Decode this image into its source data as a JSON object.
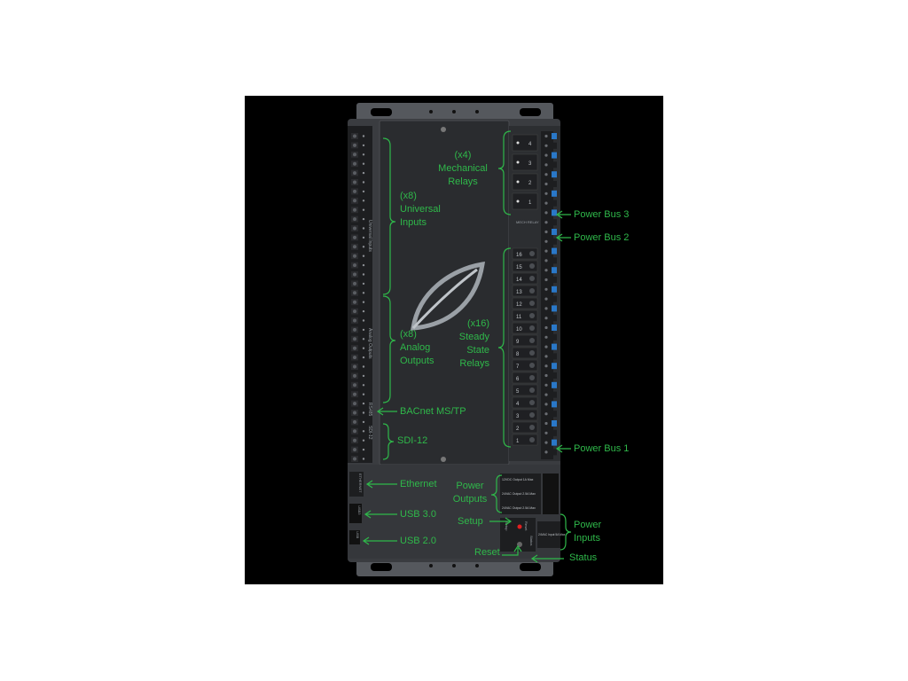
{
  "colors": {
    "background": "#000000",
    "board": "#3a3c40",
    "cover": "#2a2c2f",
    "terminal_dark": "#1d1e20",
    "terminal_blue": "#2a78c8",
    "label_green": "#2fb84a",
    "led_red": "#e02020"
  },
  "board": {
    "logo_icon": "leaf-logo-icon",
    "relay_numbers": [
      "16",
      "15",
      "14",
      "13",
      "12",
      "11",
      "10",
      "9",
      "8",
      "7",
      "6",
      "5",
      "4",
      "3",
      "2",
      "1"
    ],
    "mech_relay_numbers": [
      "4",
      "3",
      "2",
      "1"
    ],
    "silkscreen": {
      "universal_inputs": "Universal Inputs",
      "analog_outputs": "Analog Outputs",
      "rs485": "RS485",
      "sdi12": "SDI-12",
      "mech_relay": "MECH RELAY",
      "ethernet": "ETHERNET",
      "usb3": "USB3",
      "usb2": "USB",
      "out_12v": "12VDC Output 1A Max",
      "out_24a": "24VAC Output 2.5A Max",
      "out_24b": "24VAC Output 2.5A Max",
      "input_24": "24VAC Input 5A Max",
      "setup": "Setup",
      "reset": "Reset",
      "status": "Status"
    }
  },
  "callouts": {
    "mechanical_relays": [
      "(x4)",
      "Mechanical",
      "Relays"
    ],
    "universal_inputs": [
      "(x8)",
      "Universal",
      "Inputs"
    ],
    "analog_outputs": [
      "(x8)",
      "Analog",
      "Outputs"
    ],
    "steady_state_relays": [
      "(x16)",
      "Steady",
      "State",
      "Relays"
    ],
    "bacnet": "BACnet MS/TP",
    "sdi12": "SDI-12",
    "ethernet": "Ethernet",
    "usb3": "USB 3.0",
    "usb2": "USB 2.0",
    "power_outputs": [
      "Power",
      "Outputs"
    ],
    "power_inputs": [
      "Power",
      "Inputs"
    ],
    "setup": "Setup",
    "reset": "Reset",
    "status": "Status",
    "power_bus_1": "Power Bus 1",
    "power_bus_2": "Power Bus 2",
    "power_bus_3": "Power Bus 3"
  }
}
